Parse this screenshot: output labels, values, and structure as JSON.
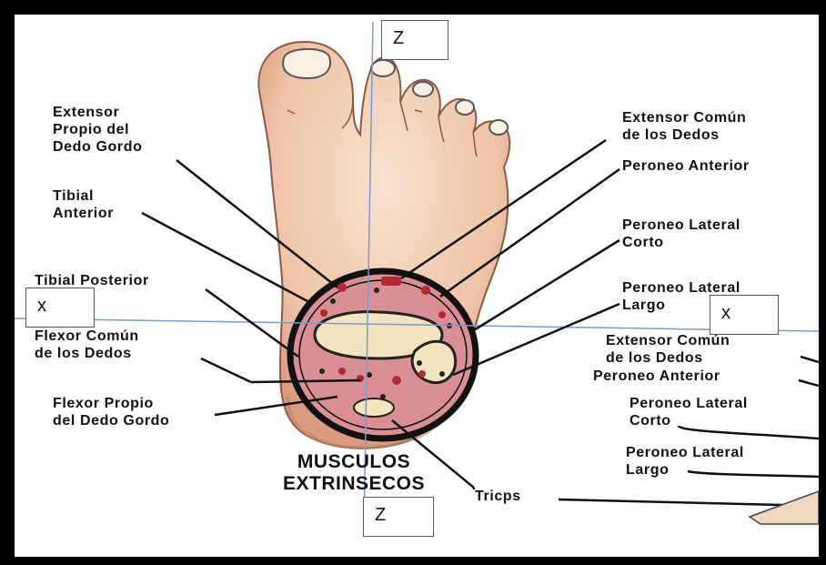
{
  "labels": {
    "extensor_propio": "Extensor\nPropio del\nDedo Gordo",
    "tibial_anterior": "Tibial\nAnterior",
    "tibial_posterior": "Tibial Posterior",
    "flexor_comun": "Flexor Común\nde los Dedos",
    "flexor_propio": "Flexor Propio\ndel Dedo Gordo",
    "extensor_comun": "Extensor Común\nde los Dedos",
    "peroneo_anterior": "Peroneo Anterior",
    "peroneo_lateral_corto": "Peroneo Lateral\nCorto",
    "peroneo_lateral_largo": "Peroneo Lateral\nLargo",
    "extensor_comun_2": "Extensor Común\nde los Dedos",
    "peroneo_anterior_2": "Peroneo Anterior",
    "peroneo_lateral_corto_2": "Peroneo Lateral\nCorto",
    "peroneo_lateral_largo_2": "Peroneo Lateral\nLargo",
    "triceps": "Tricps"
  },
  "title": "MUSCULOS\nEXTRINSECOS",
  "axes": {
    "z_top": "Z",
    "z_bottom": "Z",
    "x_left": "x",
    "x_right": "x"
  },
  "colors": {
    "skin": "#f3d2b8",
    "skin_shadow": "#d7957c",
    "muscle": "#d98f93",
    "ring": "#111111",
    "axis_line": "#7a9ccc",
    "frame": "#000000"
  }
}
